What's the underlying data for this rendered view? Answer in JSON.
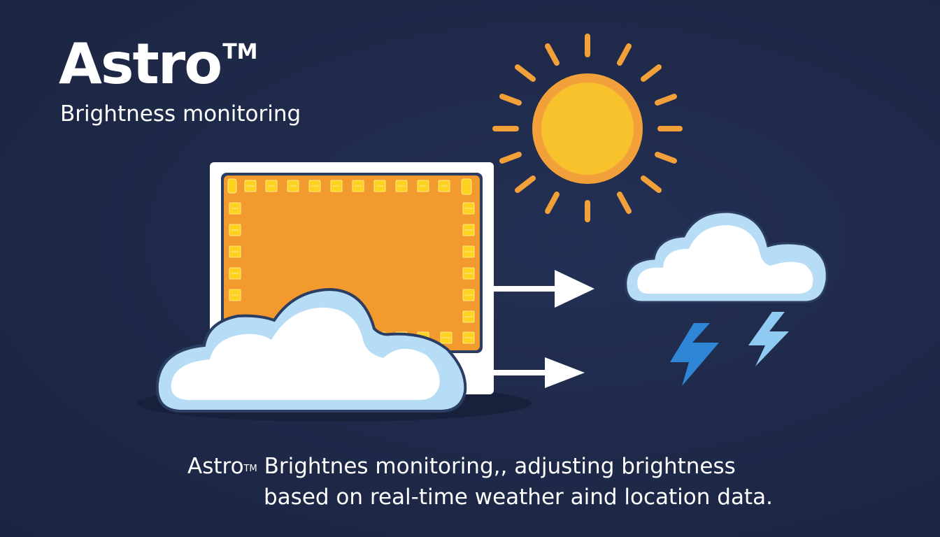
{
  "header": {
    "brand": "Astro",
    "trademark": "TM",
    "subtitle": "Brightness monitoring"
  },
  "caption": {
    "line1_brand": "Astro",
    "line1_trademark": "TM",
    "line1_text": " Brightnes monitoring,,  adjusting brightness",
    "line2_text": "based on real-time weather aind location data."
  },
  "illustration": {
    "icons": [
      "display-panel-icon",
      "sun-icon",
      "cloud-icon",
      "rain-cloud-icon",
      "lightning-icon",
      "arrow-right-icon"
    ],
    "colors": {
      "background": "#1f2a49",
      "panel_frame": "#ffffff",
      "panel_fill": "#f29a2e",
      "led": "#ffd21f",
      "sun_outer": "#f2a03a",
      "sun_inner": "#f8c22c",
      "cloud_fill": "#ffffff",
      "cloud_border": "#b7dcf5",
      "cloud_outline": "#2c3d63",
      "lightning_dark": "#2f86d6",
      "lightning_light": "#8fcaf2",
      "arrow": "#ffffff"
    }
  }
}
